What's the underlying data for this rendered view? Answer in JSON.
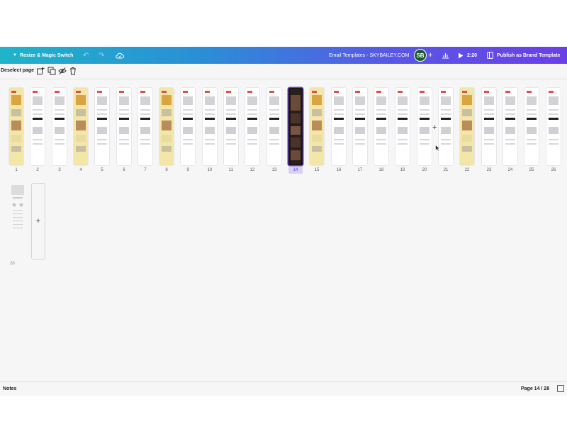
{
  "topbar": {
    "resize_label": "Resize & Magic Switch",
    "doc_title": "Email Templates - SKYBAILEY.COM",
    "avatar_initials": "SB",
    "add_collaborator": "+",
    "present_time": "2:20",
    "publish_label": "Publish as Brand Template",
    "gradient_colors": [
      "#1fb4c9",
      "#2a8fd6",
      "#5a56e6",
      "#6b3fe8"
    ]
  },
  "toolbar": {
    "deselect_label": "Deselect page",
    "icons": [
      "add-page-icon",
      "duplicate-icon",
      "hide-icon",
      "trash-icon"
    ]
  },
  "pages": [
    {
      "num": "1",
      "theme": "yellow"
    },
    {
      "num": "2",
      "theme": "white"
    },
    {
      "num": "3",
      "theme": "white"
    },
    {
      "num": "4",
      "theme": "yellow"
    },
    {
      "num": "5",
      "theme": "white"
    },
    {
      "num": "6",
      "theme": "white"
    },
    {
      "num": "7",
      "theme": "white"
    },
    {
      "num": "8",
      "theme": "yellow"
    },
    {
      "num": "9",
      "theme": "white"
    },
    {
      "num": "10",
      "theme": "white"
    },
    {
      "num": "11",
      "theme": "white"
    },
    {
      "num": "12",
      "theme": "white"
    },
    {
      "num": "13",
      "theme": "white"
    },
    {
      "num": "14",
      "theme": "dark",
      "selected": true
    },
    {
      "num": "15",
      "theme": "yellow"
    },
    {
      "num": "16",
      "theme": "white"
    },
    {
      "num": "17",
      "theme": "white"
    },
    {
      "num": "18",
      "theme": "white"
    },
    {
      "num": "19",
      "theme": "white"
    },
    {
      "num": "20",
      "theme": "white"
    },
    {
      "num": "21",
      "theme": "white"
    },
    {
      "num": "22",
      "theme": "yellow"
    },
    {
      "num": "23",
      "theme": "white"
    },
    {
      "num": "24",
      "theme": "white"
    },
    {
      "num": "25",
      "theme": "white"
    },
    {
      "num": "26",
      "theme": "white"
    }
  ],
  "extra_page_num": "28",
  "add_page_symbol": "+",
  "canvas_plus": "+",
  "footer": {
    "notes_label": "Notes",
    "page_indicator": "Page 14 / 28"
  },
  "colors": {
    "accent": "#5b3fd9",
    "canvas_bg": "#f6f6f7",
    "red_tag": "#e0504a",
    "yellow_page": "#f2e7a8"
  }
}
